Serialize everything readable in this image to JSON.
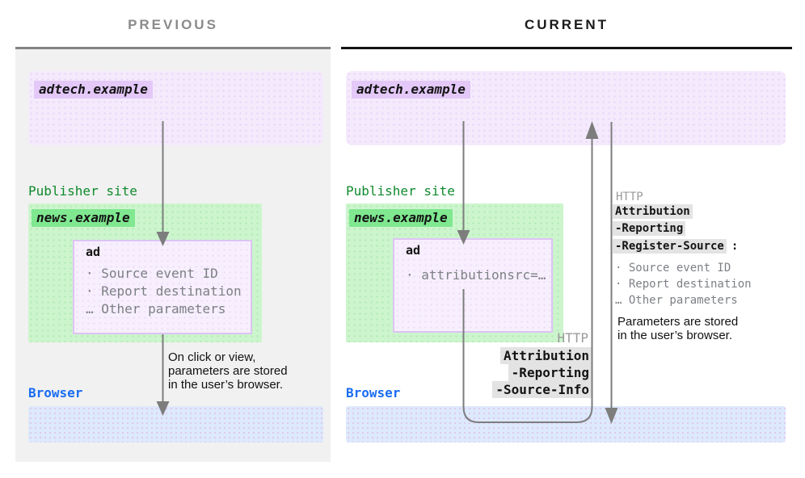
{
  "diagram": {
    "previous": {
      "title": "PREVIOUS",
      "adtech": {
        "domain": "adtech.example"
      },
      "publisher": {
        "label": "Publisher site",
        "domain": "news.example",
        "ad": {
          "label": "ad",
          "params": [
            "· Source event ID",
            "· Report destination",
            "… Other parameters"
          ]
        }
      },
      "caption": {
        "line1": "On click or view,",
        "line2": "parameters are stored",
        "line3": "in the user’s browser."
      },
      "browser": {
        "label": "Browser"
      }
    },
    "current": {
      "title": "CURRENT",
      "adtech": {
        "domain": "adtech.example"
      },
      "publisher": {
        "label": "Publisher site",
        "domain": "news.example",
        "ad": {
          "label": "ad",
          "params": [
            "· attributionsrc=…"
          ]
        }
      },
      "request_header": {
        "protocol": "HTTP",
        "name_parts": [
          "Attribution",
          "-Reporting",
          "-Source-Info"
        ]
      },
      "response_header": {
        "protocol": "HTTP",
        "name_parts": [
          "Attribution",
          "-Reporting",
          "-Register-Source"
        ],
        "separator": ":",
        "params": [
          "· Source event ID",
          "· Report destination",
          "… Other parameters"
        ],
        "caption": {
          "line1": "Parameters are stored",
          "line2": "in the user’s browser."
        }
      },
      "browser": {
        "label": "Browser"
      }
    },
    "colors": {
      "adtech_fill": "#f4eafc",
      "adtech_tag": "#e3c8f8",
      "publisher_fill": "#cdf5cd",
      "publisher_tag": "#7fe890",
      "publisher_text": "#0e8a2d",
      "ad_fill": "#f7effd",
      "ad_border": "#dcc4f3",
      "browser_fill": "#dde9fc",
      "browser_text": "#1a6df2",
      "arrow": "#7d7d7d",
      "header_highlight": "#e3e3e3",
      "muted_text": "#7d8085",
      "http_text": "#9b9b9b",
      "previous_title": "#8a8a8a",
      "panel_bg": "#f1f1f1"
    }
  }
}
